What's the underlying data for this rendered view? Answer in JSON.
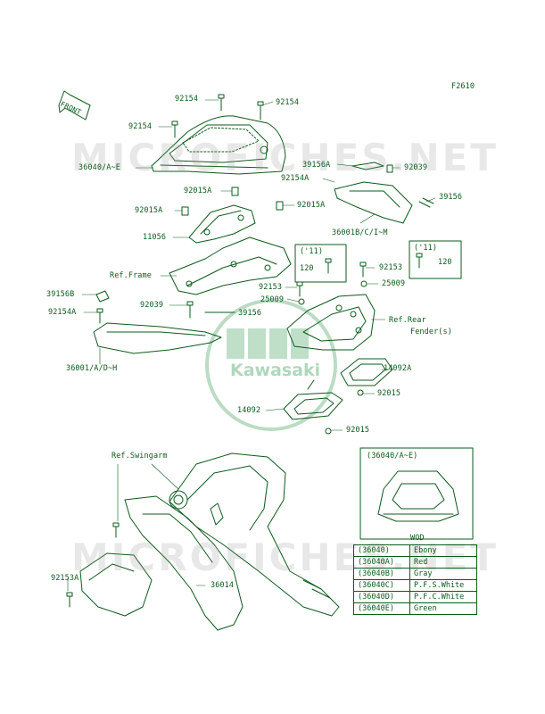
{
  "figure_code": "F2610",
  "front_arrow": "FRONT",
  "watermark": "MICROFICHES.NET",
  "brand": "Kawasaki",
  "labels": {
    "l1": "92154",
    "l2": "92154",
    "l3": "92154",
    "l4": "36040/A~E",
    "l5": "39156A",
    "l6": "92039",
    "l7": "92154A",
    "l8": "39156",
    "l9": "92015A",
    "l10": "92015A",
    "l11": "92015A",
    "l12": "36001B/C/I~M",
    "l13": "11056",
    "l14": "('11)",
    "l15": "120",
    "l16": "('11)",
    "l17": "120",
    "l18": "Ref.Frame",
    "l19": "92153",
    "l20": "92153",
    "l21": "25009",
    "l22": "25009",
    "l23": "39156B",
    "l24": "92039",
    "l25": "39156",
    "l26": "92154A",
    "l27": "Ref.Rear",
    "l28": "Fender(s)",
    "l29": "36001/A/D~H",
    "l30": "14092A",
    "l31": "92015",
    "l32": "14092",
    "l33": "92015",
    "l34": "Ref.Swingarm",
    "l35": "36014",
    "l36": "92153A",
    "inset_title": "(36040/A~E)"
  },
  "table": {
    "header": "WOD",
    "rows": [
      {
        "code": "(36040)",
        "color": "Ebony"
      },
      {
        "code": "(36040A)",
        "color": "Red"
      },
      {
        "code": "(36040B)",
        "color": "Gray"
      },
      {
        "code": "(36040C)",
        "color": "P.F.S.White"
      },
      {
        "code": "(36040D)",
        "color": "P.F.C.White"
      },
      {
        "code": "(36040E)",
        "color": "Green"
      }
    ]
  },
  "colors": {
    "ink": "#0d5a1c"
  }
}
